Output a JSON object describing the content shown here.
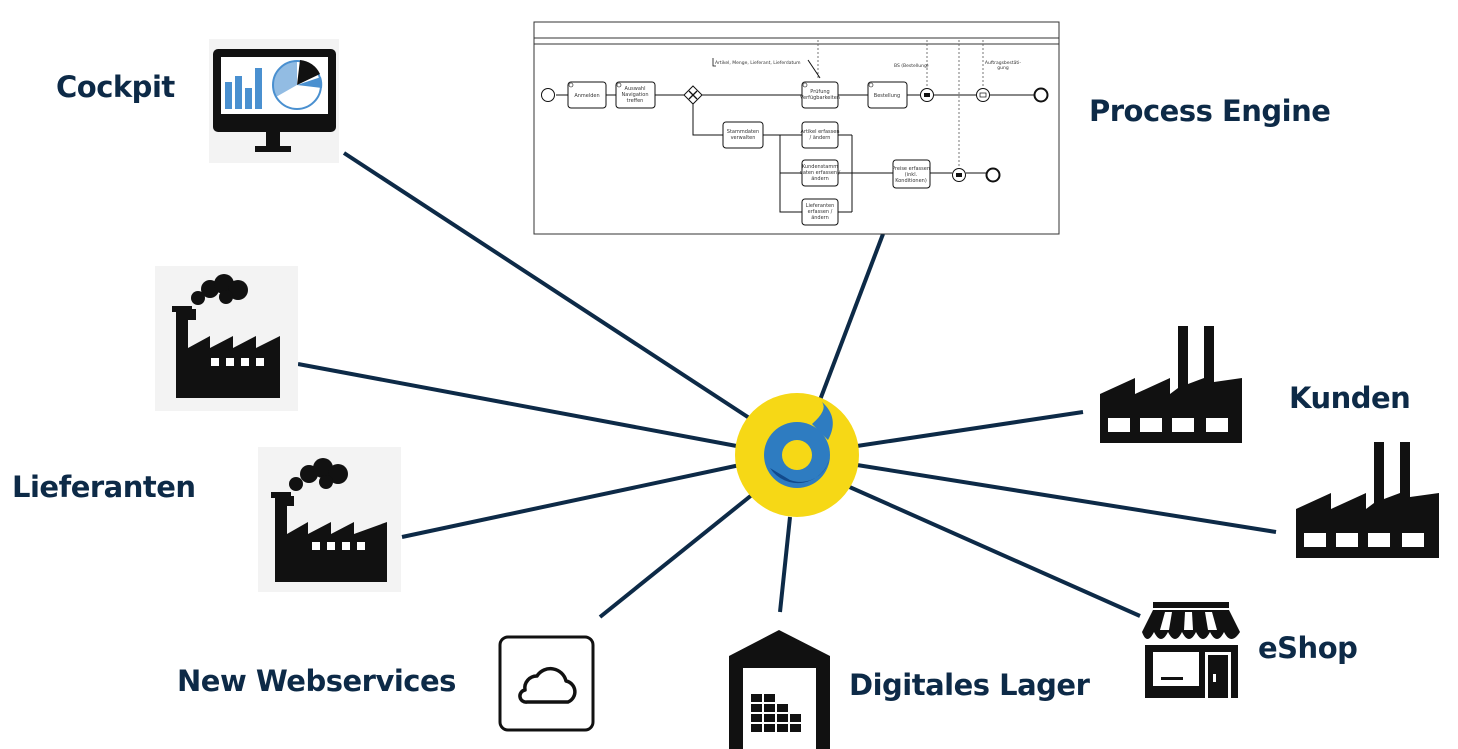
{
  "colors": {
    "line": "#0d2a47",
    "hub_yellow": "#f6d816",
    "hub_blue": "#2e7cc1",
    "hub_dark_blue": "#124a8c",
    "icon_black": "#111111",
    "chart_blue": "#4a90d0",
    "label": "#0d2a47"
  },
  "hub": {
    "icon": "logo-hub"
  },
  "labels": {
    "cockpit": "Cockpit",
    "process_engine": "Process Engine",
    "kunden": "Kunden",
    "lieferanten": "Lieferanten",
    "eshop": "eShop",
    "new_webservices": "New Webservices",
    "digitales_lager": "Digitales Lager"
  },
  "icons": {
    "cockpit": "monitor-chart-icon",
    "lieferant_1": "factory-smoke-icon",
    "lieferant_2": "factory-smoke-icon",
    "kunde_1": "factory-chimney-icon",
    "kunde_2": "factory-chimney-icon",
    "eshop": "store-icon",
    "webservices": "cloud-icon",
    "lager": "warehouse-icon"
  },
  "bpmn": {
    "anmelden": "Anmelden",
    "auswahl": [
      "Auswahl",
      "Navigation",
      "treffen"
    ],
    "pruefung": [
      "Prüfung",
      "Verfügbarkeiten"
    ],
    "bestellung": "Bestellung",
    "stammdaten": [
      "Stammdaten",
      "verwalten"
    ],
    "artikel": [
      "Artikel erfassen",
      "/ ändern"
    ],
    "kundenstamm": [
      "Kundenstamm",
      "daten erfassen /",
      "ändern"
    ],
    "lieferanten": [
      "Lieferanten",
      "erfassen /",
      "ändern"
    ],
    "preise": [
      "Preise erfassen",
      "(inkl.",
      "Konditionen)"
    ],
    "annotation": "Artikel, Menge, Lieferant, Lieferdatum",
    "msg_bestellung": "BS (Bestellung)",
    "msg_auftrag": [
      "Auftragsbestäti-",
      "gung"
    ]
  }
}
